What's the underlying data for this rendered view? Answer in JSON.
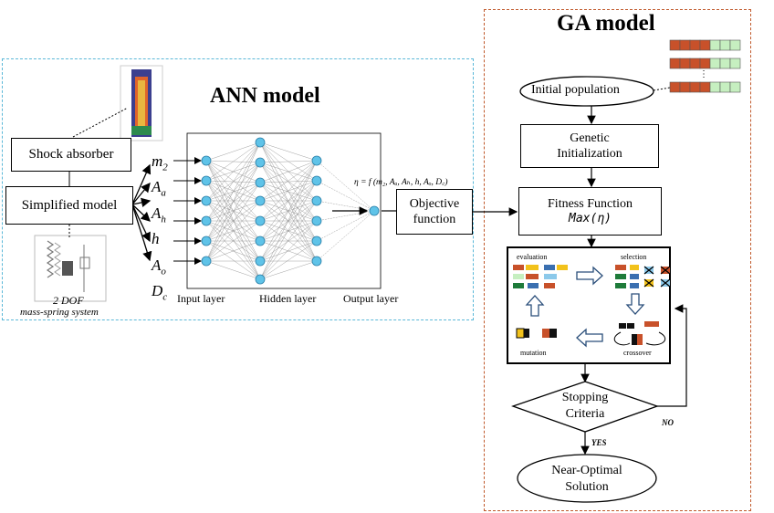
{
  "ann": {
    "title": "ANN model",
    "shock_absorber": "Shock absorber",
    "simplified_model": "Simplified model",
    "dof_label": "2 DOF",
    "mass_spring_label": "mass-spring system",
    "inputs": [
      "m",
      "A",
      "A",
      "h",
      "A",
      "D"
    ],
    "input_subs": [
      "2",
      "a",
      "h",
      "",
      "o",
      "c"
    ],
    "layers": [
      "Input layer",
      "Hidden layer",
      "Output layer"
    ],
    "equation": "η = f (m₂, Aₐ, Aₕ, h, Aₒ, D꜀)",
    "objective_line1": "Objective",
    "objective_line2": "function"
  },
  "ga": {
    "title": "GA model",
    "initial_population": "Initial population",
    "genetic_line1": "Genetic",
    "genetic_line2": "Initialization",
    "fitness_line1": "Fitness Function",
    "fitness_line2": "Max(η)",
    "cycle": {
      "evaluation": "evaluation",
      "selection": "selection",
      "crossover": "crossover",
      "mutation": "mutation"
    },
    "stopping_line1": "Stopping",
    "stopping_line2": "Criteria",
    "no_label": "NO",
    "yes_label": "YES",
    "solution_line1": "Near-Optimal",
    "solution_line2": "Solution"
  },
  "colors": {
    "ann_border": "#5bb8d8",
    "ga_border": "#c0592b",
    "node_fill": "#5fc3e8",
    "orange": "#c8512a",
    "green_light": "#c6efc0",
    "green_dark": "#1e7b3a",
    "yellow": "#f2c21b",
    "blue": "#3a6fb0",
    "light_blue": "#8cc9ea"
  }
}
